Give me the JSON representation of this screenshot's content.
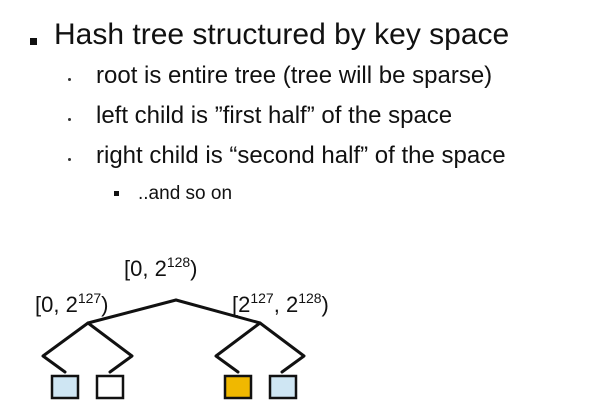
{
  "bullets": {
    "main": "Hash tree structured by key space",
    "sub1": "root is entire tree (tree will be sparse)",
    "sub2": "left child is ”first half” of the space",
    "sub3": "right child is “second half” of the space",
    "subsub1": "..and so on"
  },
  "tree": {
    "root": {
      "open": "[0, 2",
      "exp": "128",
      "close": ")"
    },
    "left": {
      "open": "[0, 2",
      "exp": "127",
      "close": ")"
    },
    "right": {
      "open": "[2",
      "exp1": "127",
      "mid": ", 2",
      "exp2": "128",
      "close": ")"
    },
    "leaves": [
      {
        "fill": "#cfe6f3"
      },
      {
        "fill": "#ffffff"
      },
      {
        "fill": "#f0b800"
      },
      {
        "fill": "#cfe6f3"
      }
    ]
  }
}
